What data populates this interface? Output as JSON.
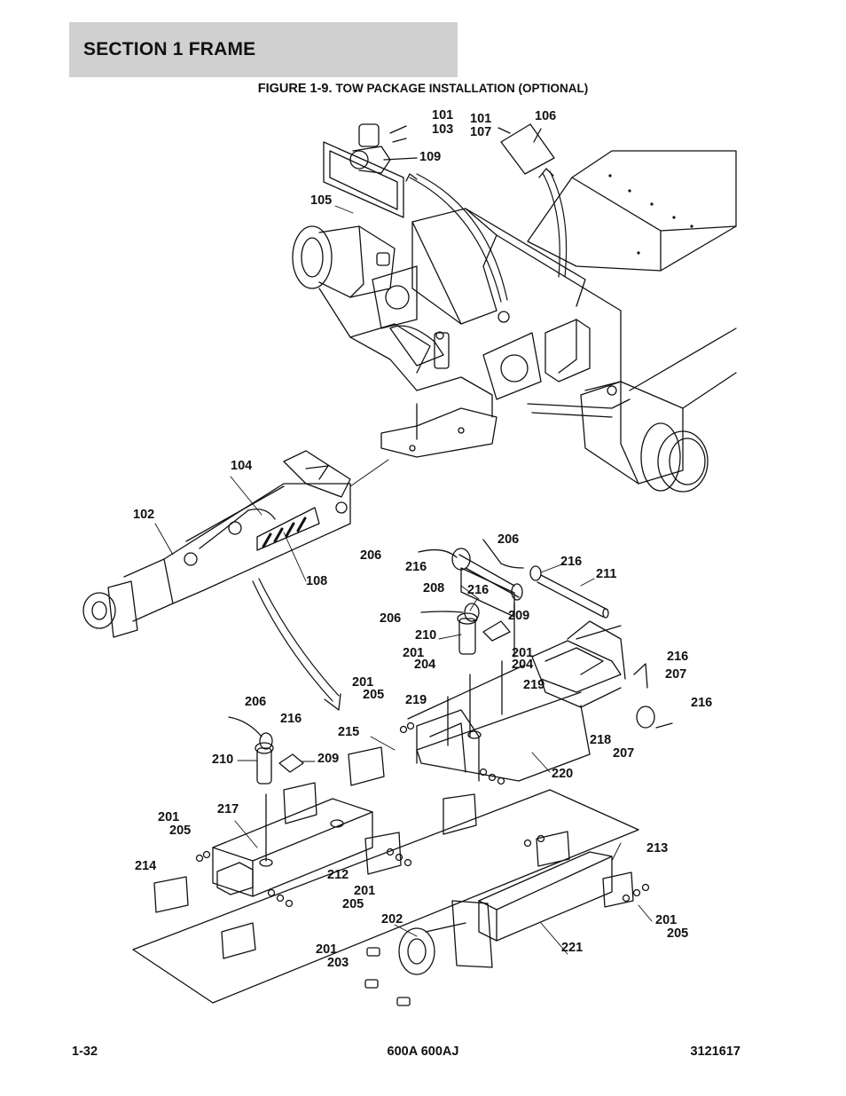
{
  "header": {
    "section": "SECTION 1  FRAME"
  },
  "figure": {
    "prefix": "FIGURE 1-9.",
    "title": "TOW PACKAGE INSTALLATION (OPTIONAL)"
  },
  "callouts": [
    "101",
    "103",
    "109",
    "105",
    "101",
    "107",
    "106",
    "104",
    "102",
    "108",
    "206",
    "216",
    "208",
    "206",
    "216",
    "211",
    "216",
    "206",
    "209",
    "210",
    "201",
    "204",
    "201",
    "204",
    "219",
    "201",
    "205",
    "219",
    "215",
    "216",
    "207",
    "206",
    "216",
    "210",
    "209",
    "220",
    "218",
    "207",
    "216",
    "217",
    "201",
    "205",
    "214",
    "212",
    "201",
    "205",
    "213",
    "202",
    "201",
    "203",
    "201",
    "205",
    "221"
  ],
  "footer": {
    "page": "1-32",
    "model": "600A 600AJ",
    "doc_number": "3121617"
  }
}
